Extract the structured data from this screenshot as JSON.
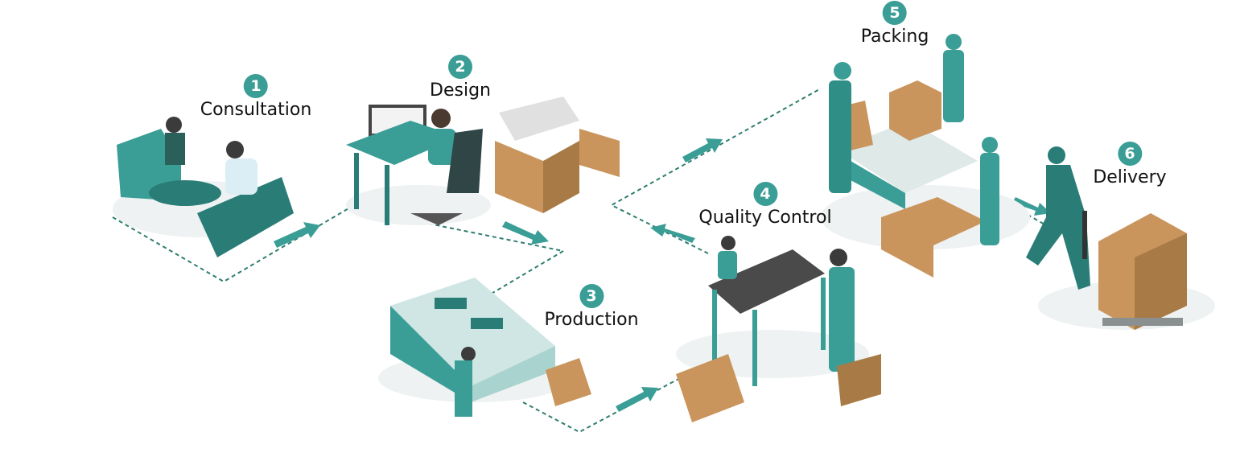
{
  "colors": {
    "teal": "#3a9e96",
    "dark_teal": "#2a7d77",
    "cardboard": "#c9955c",
    "cardboard_dark": "#a87a46",
    "dash": "#2e7d6f"
  },
  "steps": [
    {
      "number": "1",
      "label": "Consultation"
    },
    {
      "number": "2",
      "label": "Design"
    },
    {
      "number": "3",
      "label": "Production"
    },
    {
      "number": "4",
      "label": "Quality Control"
    },
    {
      "number": "5",
      "label": "Packing"
    },
    {
      "number": "6",
      "label": "Delivery"
    }
  ]
}
